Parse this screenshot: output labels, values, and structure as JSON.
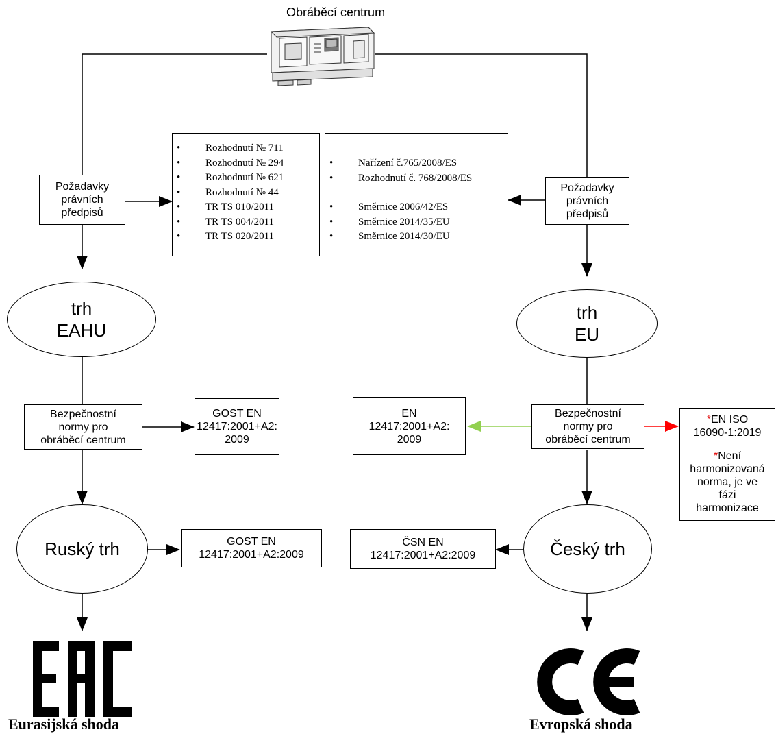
{
  "title": "Obráběcí centrum",
  "left": {
    "requirements": [
      "Požadavky",
      "právních",
      "předpisů"
    ],
    "documents": [
      "Rozhodnutí № 711",
      "Rozhodnutí № 294",
      "Rozhodnutí № 621",
      "Rozhodnutí № 44",
      "TR TS 010/2011",
      "TR TS 004/2011",
      "TR TS 020/2011"
    ],
    "market": [
      "trh",
      "EAHU"
    ],
    "safety_norms": [
      "Bezpečnostní",
      "normy pro",
      "obráběcí centrum"
    ],
    "standard": [
      "GOST EN",
      "12417:2001+A2:",
      "2009"
    ],
    "national_market": "Ruský trh",
    "national_standard": [
      "GOST EN",
      "12417:2001+A2:2009"
    ],
    "mark": "EAC",
    "caption": "Eurasijská shoda"
  },
  "right": {
    "requirements": [
      "Požadavky",
      "právních",
      "předpisů"
    ],
    "documents_group1": [
      "Nařízení č.765/2008/ES",
      "Rozhodnutí č. 768/2008/ES"
    ],
    "documents_group2": [
      "Směrnice 2006/42/ES",
      "Směrnice 2014/35/EU",
      "Směrnice 2014/30/EU"
    ],
    "market": [
      "trh",
      "EU"
    ],
    "safety_norms": [
      "Bezpečnostní",
      "normy pro",
      "obráběcí centrum"
    ],
    "standard": [
      "EN",
      "12417:2001+A2:",
      "2009"
    ],
    "iso_standard": {
      "asterisk": "*",
      "lines": [
        "EN ISO",
        "16090-1:2019"
      ]
    },
    "iso_note": {
      "asterisk": "*",
      "lines": [
        "Není",
        "harmonizovaná",
        "norma, je ve",
        "fázi",
        "harmonizace"
      ]
    },
    "national_market": "Český trh",
    "national_standard": [
      "ČSN EN",
      "12417:2001+A2:2009"
    ],
    "mark": "CE",
    "caption": "Evropská shoda"
  },
  "bullet": "•",
  "colors": {
    "line": "#000000",
    "green_arrow": "#92d050",
    "red_arrow": "#ff0000",
    "asterisk": "#e00000"
  }
}
